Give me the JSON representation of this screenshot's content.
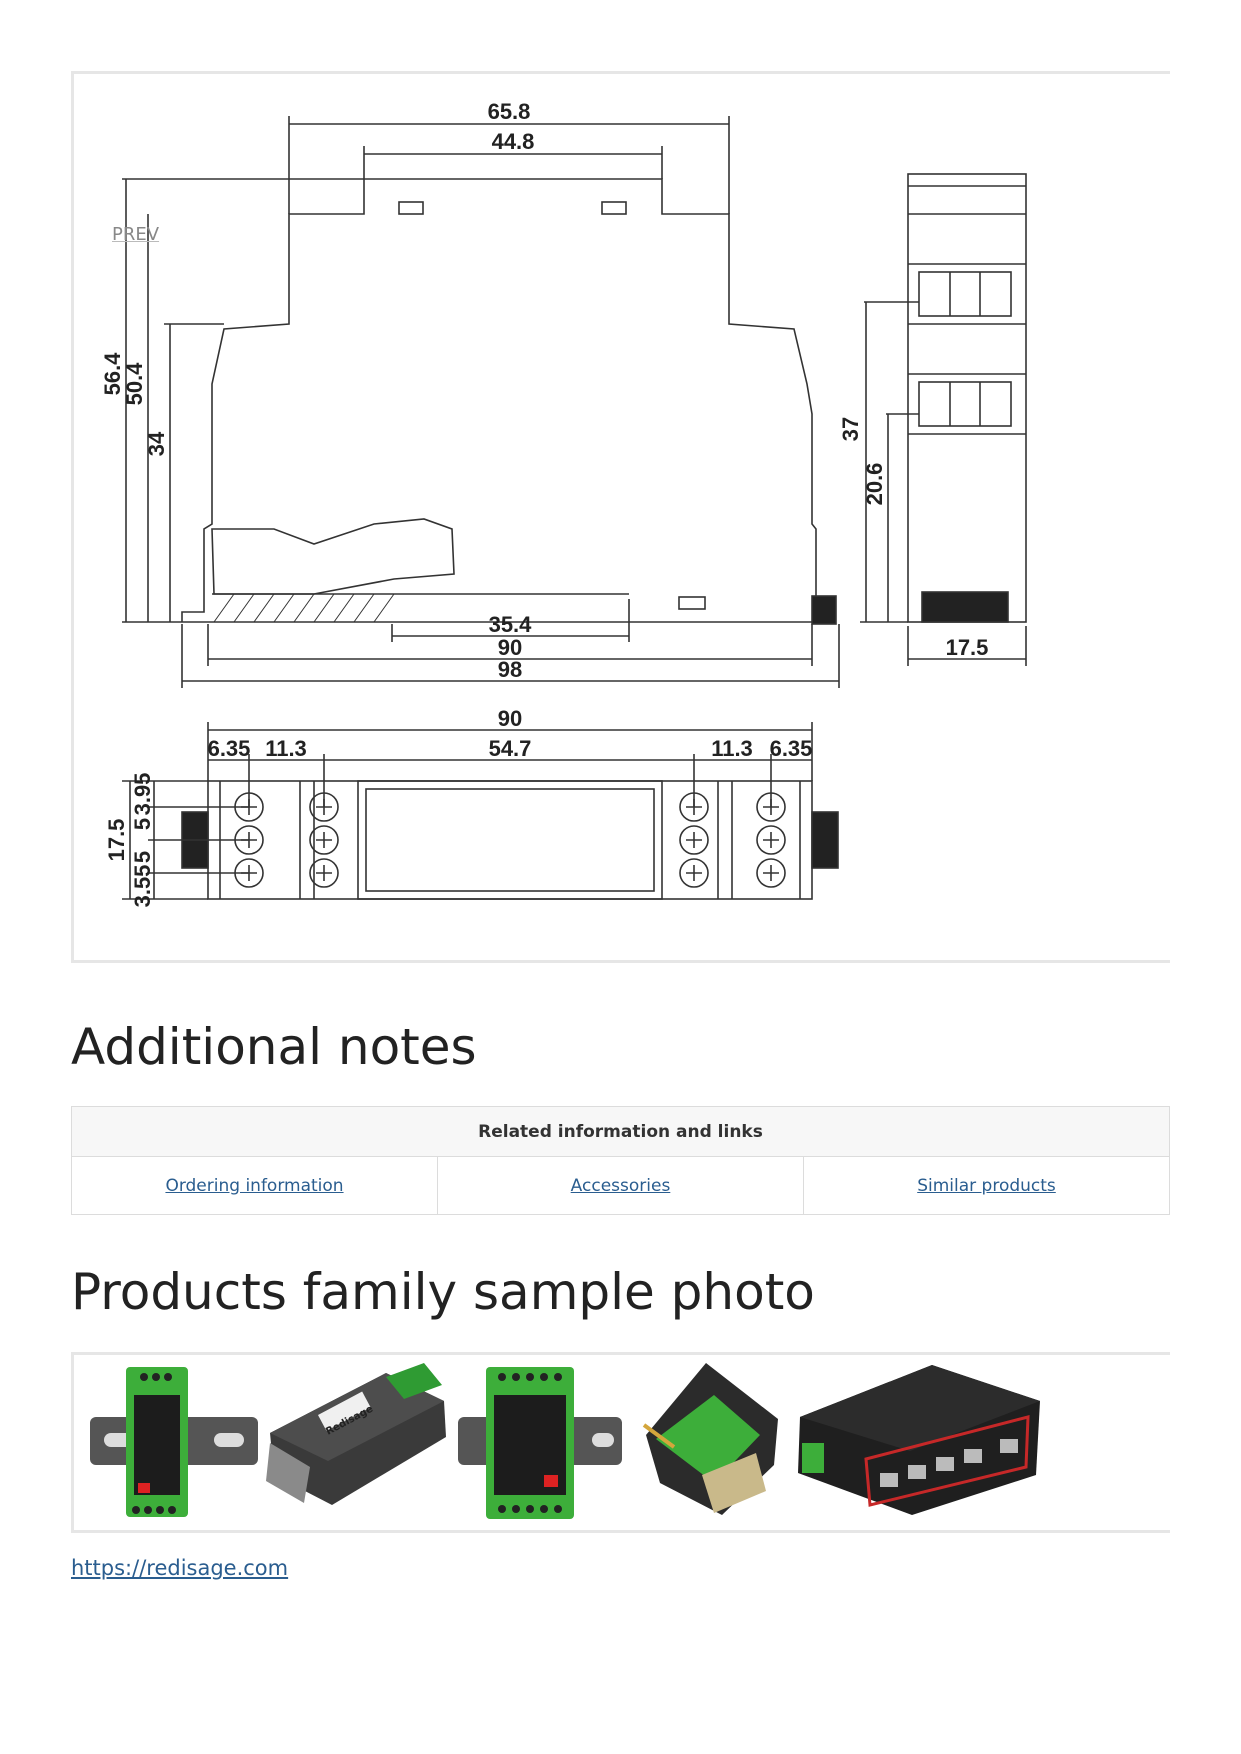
{
  "drawing": {
    "prev_label": "PREV",
    "dims": {
      "w658": "65.8",
      "w448": "44.8",
      "h564": "56.4",
      "h504": "50.4",
      "h34": "34",
      "w354": "35.4",
      "w90a": "90",
      "w98": "98",
      "h37": "37",
      "h206": "20.6",
      "w175a": "17.5",
      "w90b": "90",
      "w635a": "6.35",
      "w113a": "11.3",
      "w547": "54.7",
      "w113b": "11.3",
      "w635b": "6.35",
      "h175b": "17.5",
      "h395": "3.95",
      "h5a": "5",
      "h5b": "5",
      "h355": "3.55"
    }
  },
  "notes": {
    "heading": "Additional notes",
    "table_header": "Related information and links",
    "links": [
      "Ordering information",
      "Accessories",
      "Similar products"
    ]
  },
  "photos": {
    "heading": "Products family sample photo",
    "brand": "Redisage"
  },
  "footer": {
    "url": "https://redisage.com"
  }
}
